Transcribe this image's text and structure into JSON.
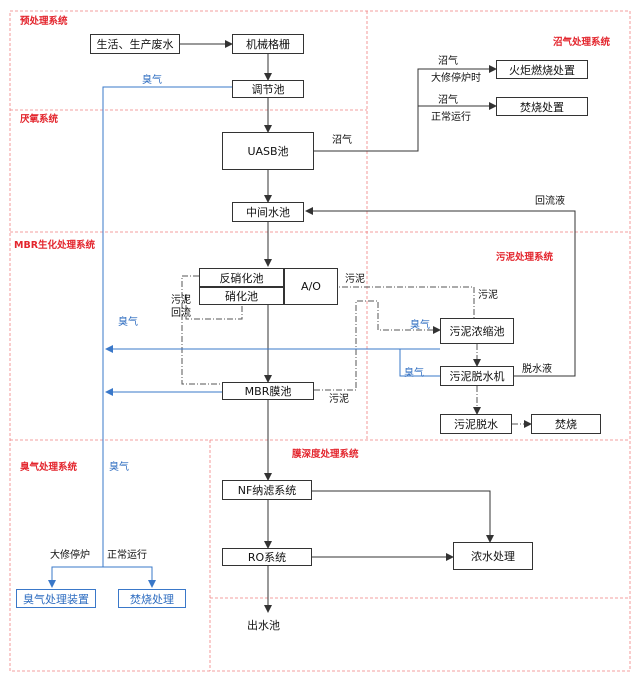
{
  "sections": {
    "pre": "预处理系统",
    "biogas": "沼气处理系统",
    "anaerobic": "厌氧系统",
    "mbr": "MBR生化处理系统",
    "sludge": "污泥处理系统",
    "odor": "臭气处理系统",
    "membrane": "膜深度处理系统"
  },
  "nodes": {
    "wastewater": "生活、生产废水",
    "screen": "机械格栅",
    "regulating": "调节池",
    "uasb": "UASB池",
    "flare": "火炬燃烧处置",
    "incinerate_biogas": "焚烧处置",
    "intermediate": "中间水池",
    "denitrification": "反硝化池",
    "nitrification": "硝化池",
    "ao": "A/O",
    "mbr_tank": "MBR膜池",
    "sludge_thickening": "污泥浓缩池",
    "sludge_dewatering": "污泥脱水机",
    "sludge_dewatered": "污泥脱水",
    "incineration": "焚烧",
    "nf": "NF纳滤系统",
    "ro": "RO系统",
    "concentrate": "浓水处理",
    "outlet": "出水池",
    "odor_device": "臭气处理装置",
    "odor_incinerate": "焚烧处理"
  },
  "labels": {
    "odor_top": "臭气",
    "biogas_1": "沼气",
    "overhaul_1": "大修停炉时",
    "biogas_2": "沼气",
    "normal_1": "正常运行",
    "biogas_uasb": "沼气",
    "reflux_liquid": "回流液",
    "sludge_ao": "污泥",
    "sludge_right": "污泥",
    "sludge_reflux": "污泥\n回流",
    "odor_mid": "臭气",
    "odor_thick": "臭气",
    "odor_dewater": "臭气",
    "filtrate": "脱水液",
    "sludge_mbr": "污泥",
    "odor_bottom": "臭气",
    "overhaul_2": "大修停炉",
    "normal_2": "正常运行"
  },
  "colors": {
    "section_border": "#f08080",
    "section_title": "#e3252d",
    "odor_line": "#3a78c9",
    "process_line": "#333333"
  }
}
